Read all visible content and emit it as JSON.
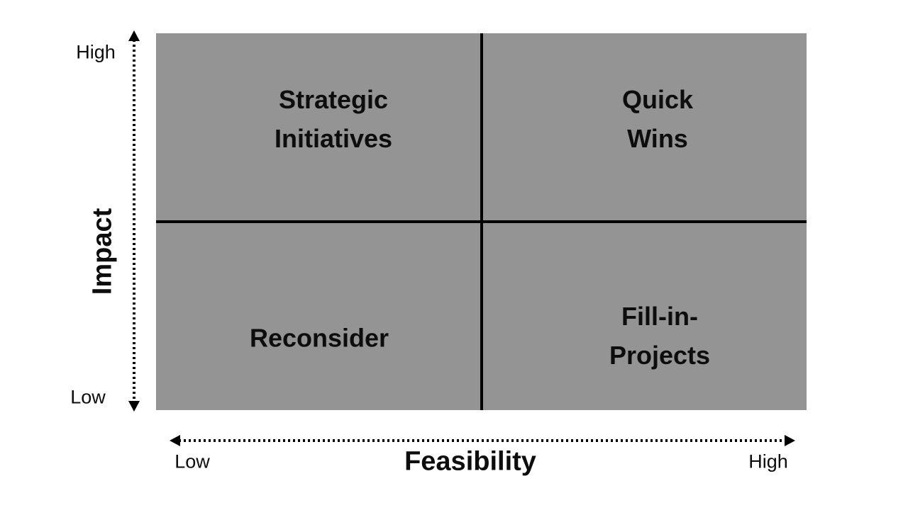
{
  "matrix": {
    "background_color": "#949494",
    "divider_color": "#000000",
    "text_color": "#0d0d0d",
    "quadrants": {
      "top_left": {
        "line1": "Strategic",
        "line2": "Initiatives"
      },
      "top_right": {
        "line1": "Quick",
        "line2": "Wins"
      },
      "bottom_left": {
        "line1": "Reconsider",
        "line2": ""
      },
      "bottom_right": {
        "line1": "Fill-in-",
        "line2": "Projects"
      }
    }
  },
  "y_axis": {
    "label": "Impact",
    "top_tick": "High",
    "bottom_tick": "Low"
  },
  "x_axis": {
    "label": "Feasibility",
    "left_tick": "Low",
    "right_tick": "High"
  }
}
